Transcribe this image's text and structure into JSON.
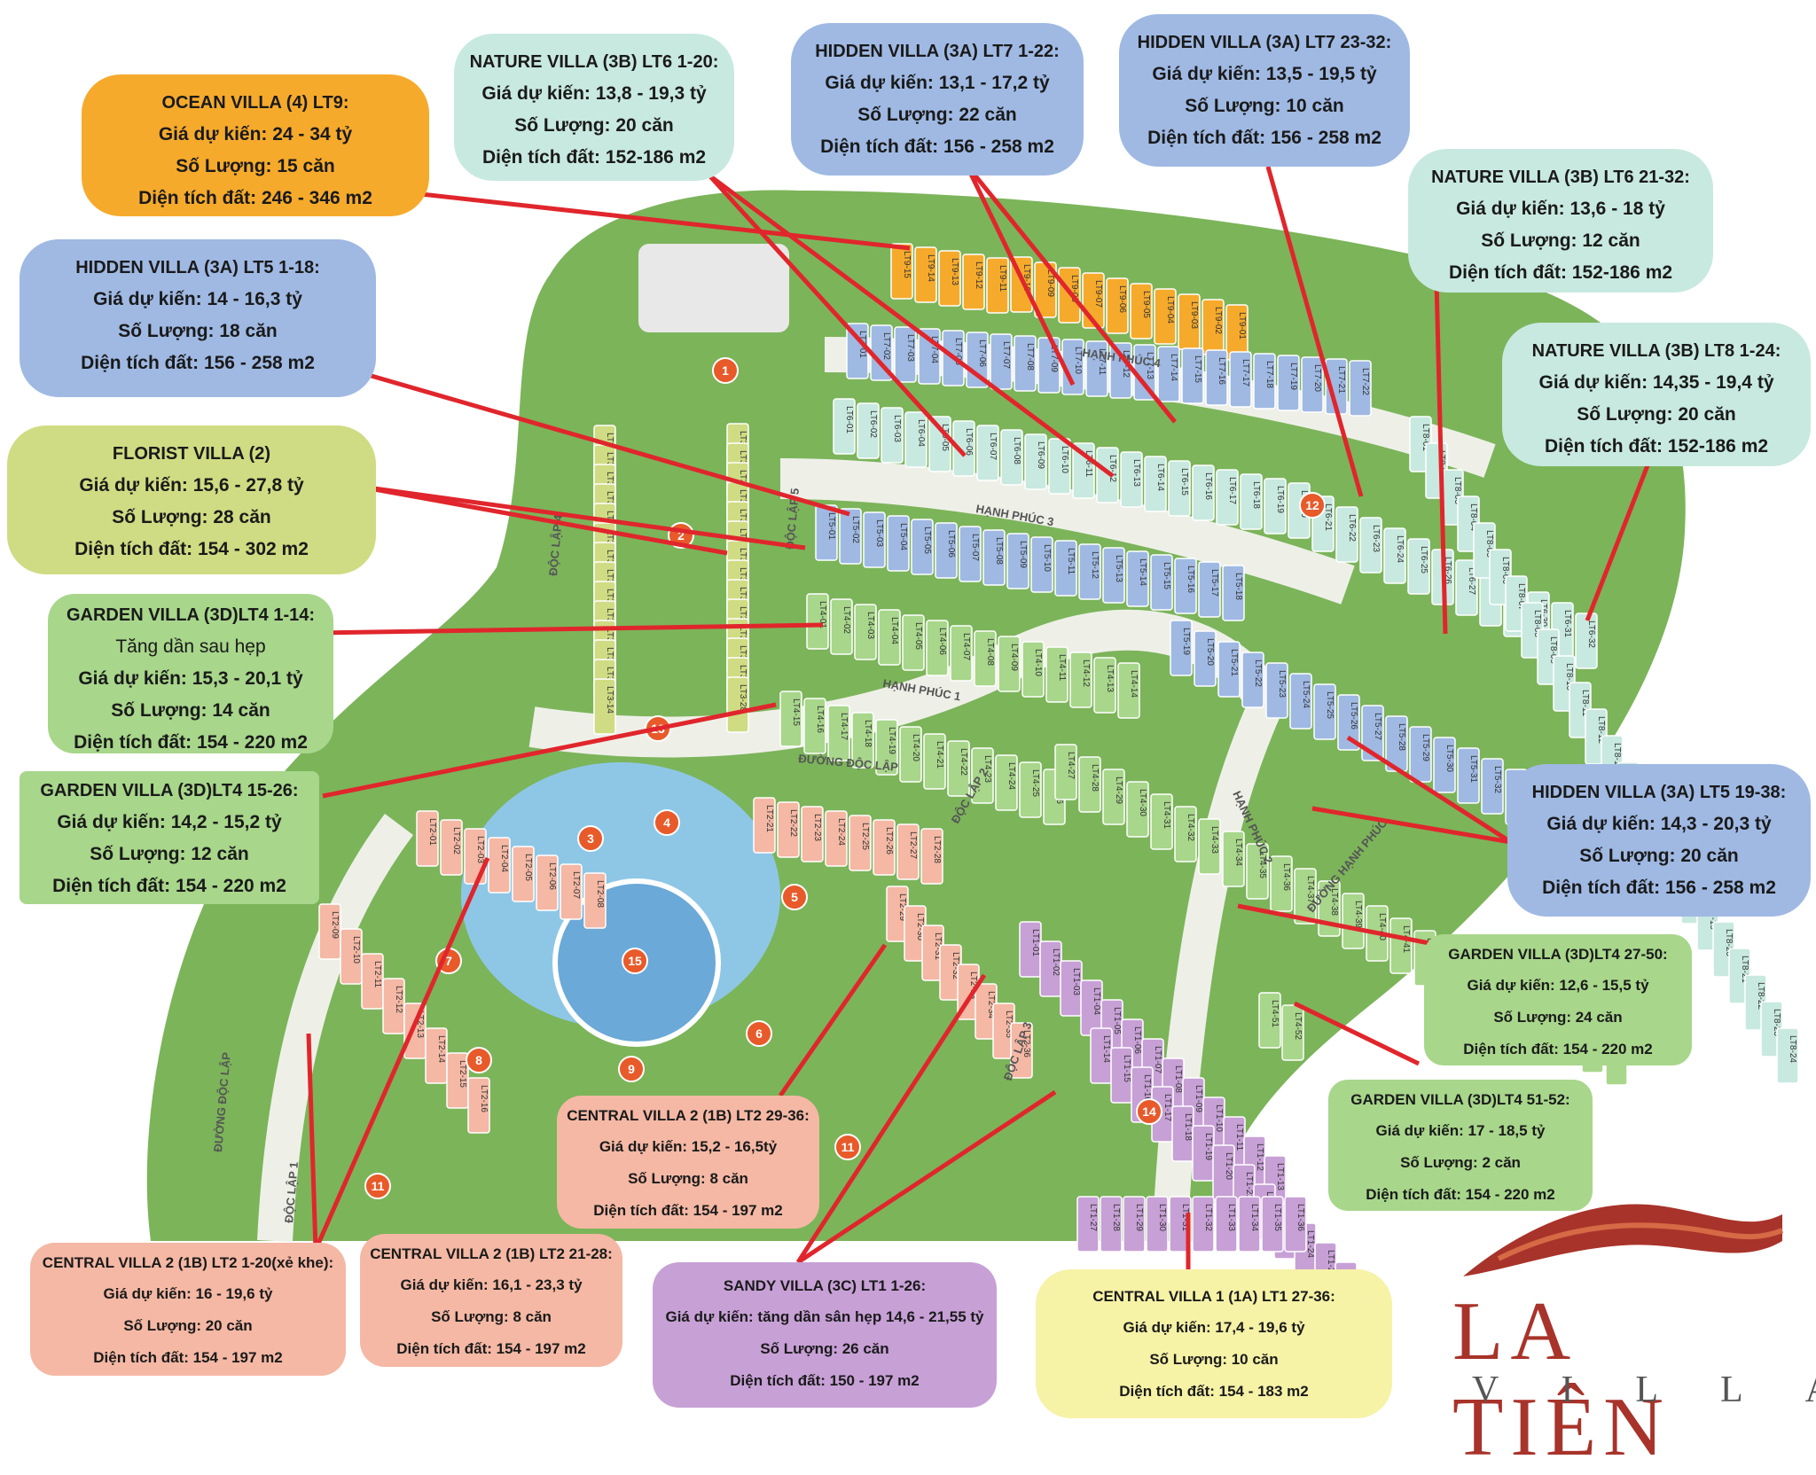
{
  "colors": {
    "orange": "#f6aa2c",
    "mint": "#c8e9df",
    "blue": "#9fb9e3",
    "lime": "#cfdc83",
    "green": "#a8d68b",
    "salmon": "#f4b8a4",
    "purple": "#c7a0d6",
    "yellow": "#f6f2a6",
    "leader": "#e0262c",
    "road": "#eef0e8",
    "park": "#7fb860",
    "lake": "#8ec7e6"
  },
  "logo": {
    "brand": "LA TIÊN",
    "sub": "VILLA"
  },
  "cards": [
    {
      "id": "ocean",
      "title": "OCEAN VILLA (4) LT9:",
      "price": "Giá dự kiến: 24 - 34 tỷ",
      "qty": "Số Lượng: 15 căn",
      "area": "Diện tích đất: 246 - 346 m2"
    },
    {
      "id": "nature_lt6_1",
      "title": "NATURE VILLA (3B) LT6 1-20:",
      "price": "Giá dự kiến: 13,8 - 19,3 tỷ",
      "qty": "Số Lượng: 20 căn",
      "area": "Diện tích đất: 152-186 m2"
    },
    {
      "id": "hidden_lt7_1",
      "title": "HIDDEN VILLA (3A) LT7 1-22:",
      "price": "Giá dự kiến: 13,1 - 17,2 tỷ",
      "qty": "Số Lượng: 22 căn",
      "area": "Diện tích đất: 156 - 258 m2"
    },
    {
      "id": "hidden_lt7_23",
      "title": "HIDDEN VILLA (3A) LT7 23-32:",
      "price": "Giá dự kiến: 13,5 - 19,5 tỷ",
      "qty": "Số Lượng: 10 căn",
      "area": "Diện tích đất: 156 - 258 m2"
    },
    {
      "id": "nature_lt6_21",
      "title": "NATURE VILLA (3B) LT6 21-32:",
      "price": "Giá dự kiến: 13,6 - 18 tỷ",
      "qty": "Số Lượng: 12 căn",
      "area": "Diện tích đất: 152-186 m2"
    },
    {
      "id": "nature_lt8",
      "title": "NATURE VILLA (3B) LT8 1-24:",
      "price": "Giá dự kiến: 14,35 - 19,4 tỷ",
      "qty": "Số Lượng: 20 căn",
      "area": "Diện tích đất: 152-186 m2"
    },
    {
      "id": "hidden_lt5_1",
      "title": "HIDDEN VILLA (3A) LT5 1-18:",
      "price": "Giá dự kiến: 14 - 16,3 tỷ",
      "qty": "Số Lượng: 18 căn",
      "area": "Diện tích đất: 156 - 258 m2"
    },
    {
      "id": "florist",
      "title": "FLORIST VILLA (2)",
      "price": "Giá dự kiến: 15,6 - 27,8 tỷ",
      "qty": "Số Lượng: 28 căn",
      "area": "Diện tích đất: 154 - 302 m2"
    },
    {
      "id": "garden_1",
      "title": "GARDEN VILLA (3D)LT4 1-14:",
      "note": "Tăng dần sau hẹp",
      "price": "Giá dự kiến: 15,3 - 20,1 tỷ",
      "qty": "Số Lượng: 14 căn",
      "area": "Diện tích đất: 154 - 220 m2"
    },
    {
      "id": "garden_15",
      "title": "GARDEN VILLA (3D)LT4 15-26:",
      "price": "Giá dự kiến: 14,2 - 15,2 tỷ",
      "qty": "Số Lượng: 12 căn",
      "area": "Diện tích đất: 154 - 220 m2"
    },
    {
      "id": "hidden_lt5_19",
      "title": "HIDDEN VILLA (3A) LT5 19-38:",
      "price": "Giá dự kiến: 14,3 - 20,3 tỷ",
      "qty": "Số Lượng: 20 căn",
      "area": "Diện tích đất: 156 - 258 m2"
    },
    {
      "id": "garden_27",
      "title": "GARDEN VILLA (3D)LT4 27-50:",
      "price": "Giá dự kiến: 12,6 - 15,5 tỷ",
      "qty": "Số Lượng: 24 căn",
      "area": "Diện tích đất: 154 - 220 m2"
    },
    {
      "id": "garden_51",
      "title": "GARDEN VILLA (3D)LT4 51-52:",
      "price": "Giá dự kiến: 17 - 18,5 tỷ",
      "qty": "Số Lượng: 2 căn",
      "area": "Diện tích đất: 154 - 220 m2"
    },
    {
      "id": "central2_29",
      "title": "CENTRAL VILLA 2 (1B) LT2 29-36:",
      "price": "Giá dự kiến: 15,2 - 16,5tỷ",
      "qty": "Số Lượng: 8 căn",
      "area": "Diện tích đất: 154 - 197 m2"
    },
    {
      "id": "central2_1",
      "title": "CENTRAL VILLA 2 (1B) LT2 1-20(xẻ khe):",
      "price": "Giá dự kiến: 16 - 19,6 tỷ",
      "qty": "Số Lượng: 20 căn",
      "area": "Diện tích đất: 154 - 197 m2"
    },
    {
      "id": "central2_21",
      "title": "CENTRAL VILLA 2 (1B) LT2 21-28:",
      "price": "Giá dự kiến: 16,1 - 23,3 tỷ",
      "qty": "Số Lượng: 8 căn",
      "area": "Diện tích đất: 154 - 197 m2"
    },
    {
      "id": "sandy",
      "title": "SANDY VILLA (3C) LT1 1-26:",
      "price": "Giá dự kiến: tăng dần sân hẹp 14,6 - 21,55 tỷ",
      "qty": "Số Lượng: 26 căn",
      "area": "Diện tích đất: 150 - 197 m2"
    },
    {
      "id": "central1",
      "title": "CENTRAL VILLA 1 (1A) LT1 27-36:",
      "price": "Giá dự kiến: 17,4 - 19,6 tỷ",
      "qty": "Số Lượng: 10 căn",
      "area": "Diện tích đất: 154 - 183 m2"
    }
  ],
  "streets": [
    "HẠNH PHÚC 3",
    "HẠNH PHÚC 4",
    "HẠNH PHÚC 1",
    "HẠNH PHÚC 2",
    "ĐƯỜNG ĐỘC LẬP",
    "ĐỘC LẬP 2",
    "ĐỘC LẬP 3",
    "ĐỘC LẬP 4",
    "ĐỘC LẬP 5",
    "ĐỘC LẬP 1",
    "ĐƯỜNG HẠNH PHÚC",
    "ĐƯỜNG ĐỘC LẬP"
  ],
  "amenities": [
    "1",
    "2",
    "3",
    "4",
    "5",
    "6",
    "7",
    "8",
    "9",
    "11",
    "11",
    "12",
    "13",
    "14",
    "15"
  ],
  "plot_groups": [
    {
      "prefix": "LT9-",
      "from": 1,
      "to": 15,
      "color": "orange"
    },
    {
      "prefix": "LT7-",
      "from": 1,
      "to": 22,
      "color": "blue"
    },
    {
      "prefix": "LT6-",
      "from": 1,
      "to": 32,
      "color": "mint"
    },
    {
      "prefix": "LT8-",
      "from": 1,
      "to": 24,
      "color": "mint"
    },
    {
      "prefix": "LT5-",
      "from": 1,
      "to": 38,
      "color": "blue"
    },
    {
      "prefix": "LT3-",
      "from": 1,
      "to": 28,
      "color": "lime"
    },
    {
      "prefix": "LT4-",
      "from": 1,
      "to": 52,
      "color": "green"
    },
    {
      "prefix": "LT2-",
      "from": 1,
      "to": 36,
      "color": "salmon"
    },
    {
      "prefix": "LT1-",
      "from": 1,
      "to": 36,
      "color": "purple"
    }
  ]
}
